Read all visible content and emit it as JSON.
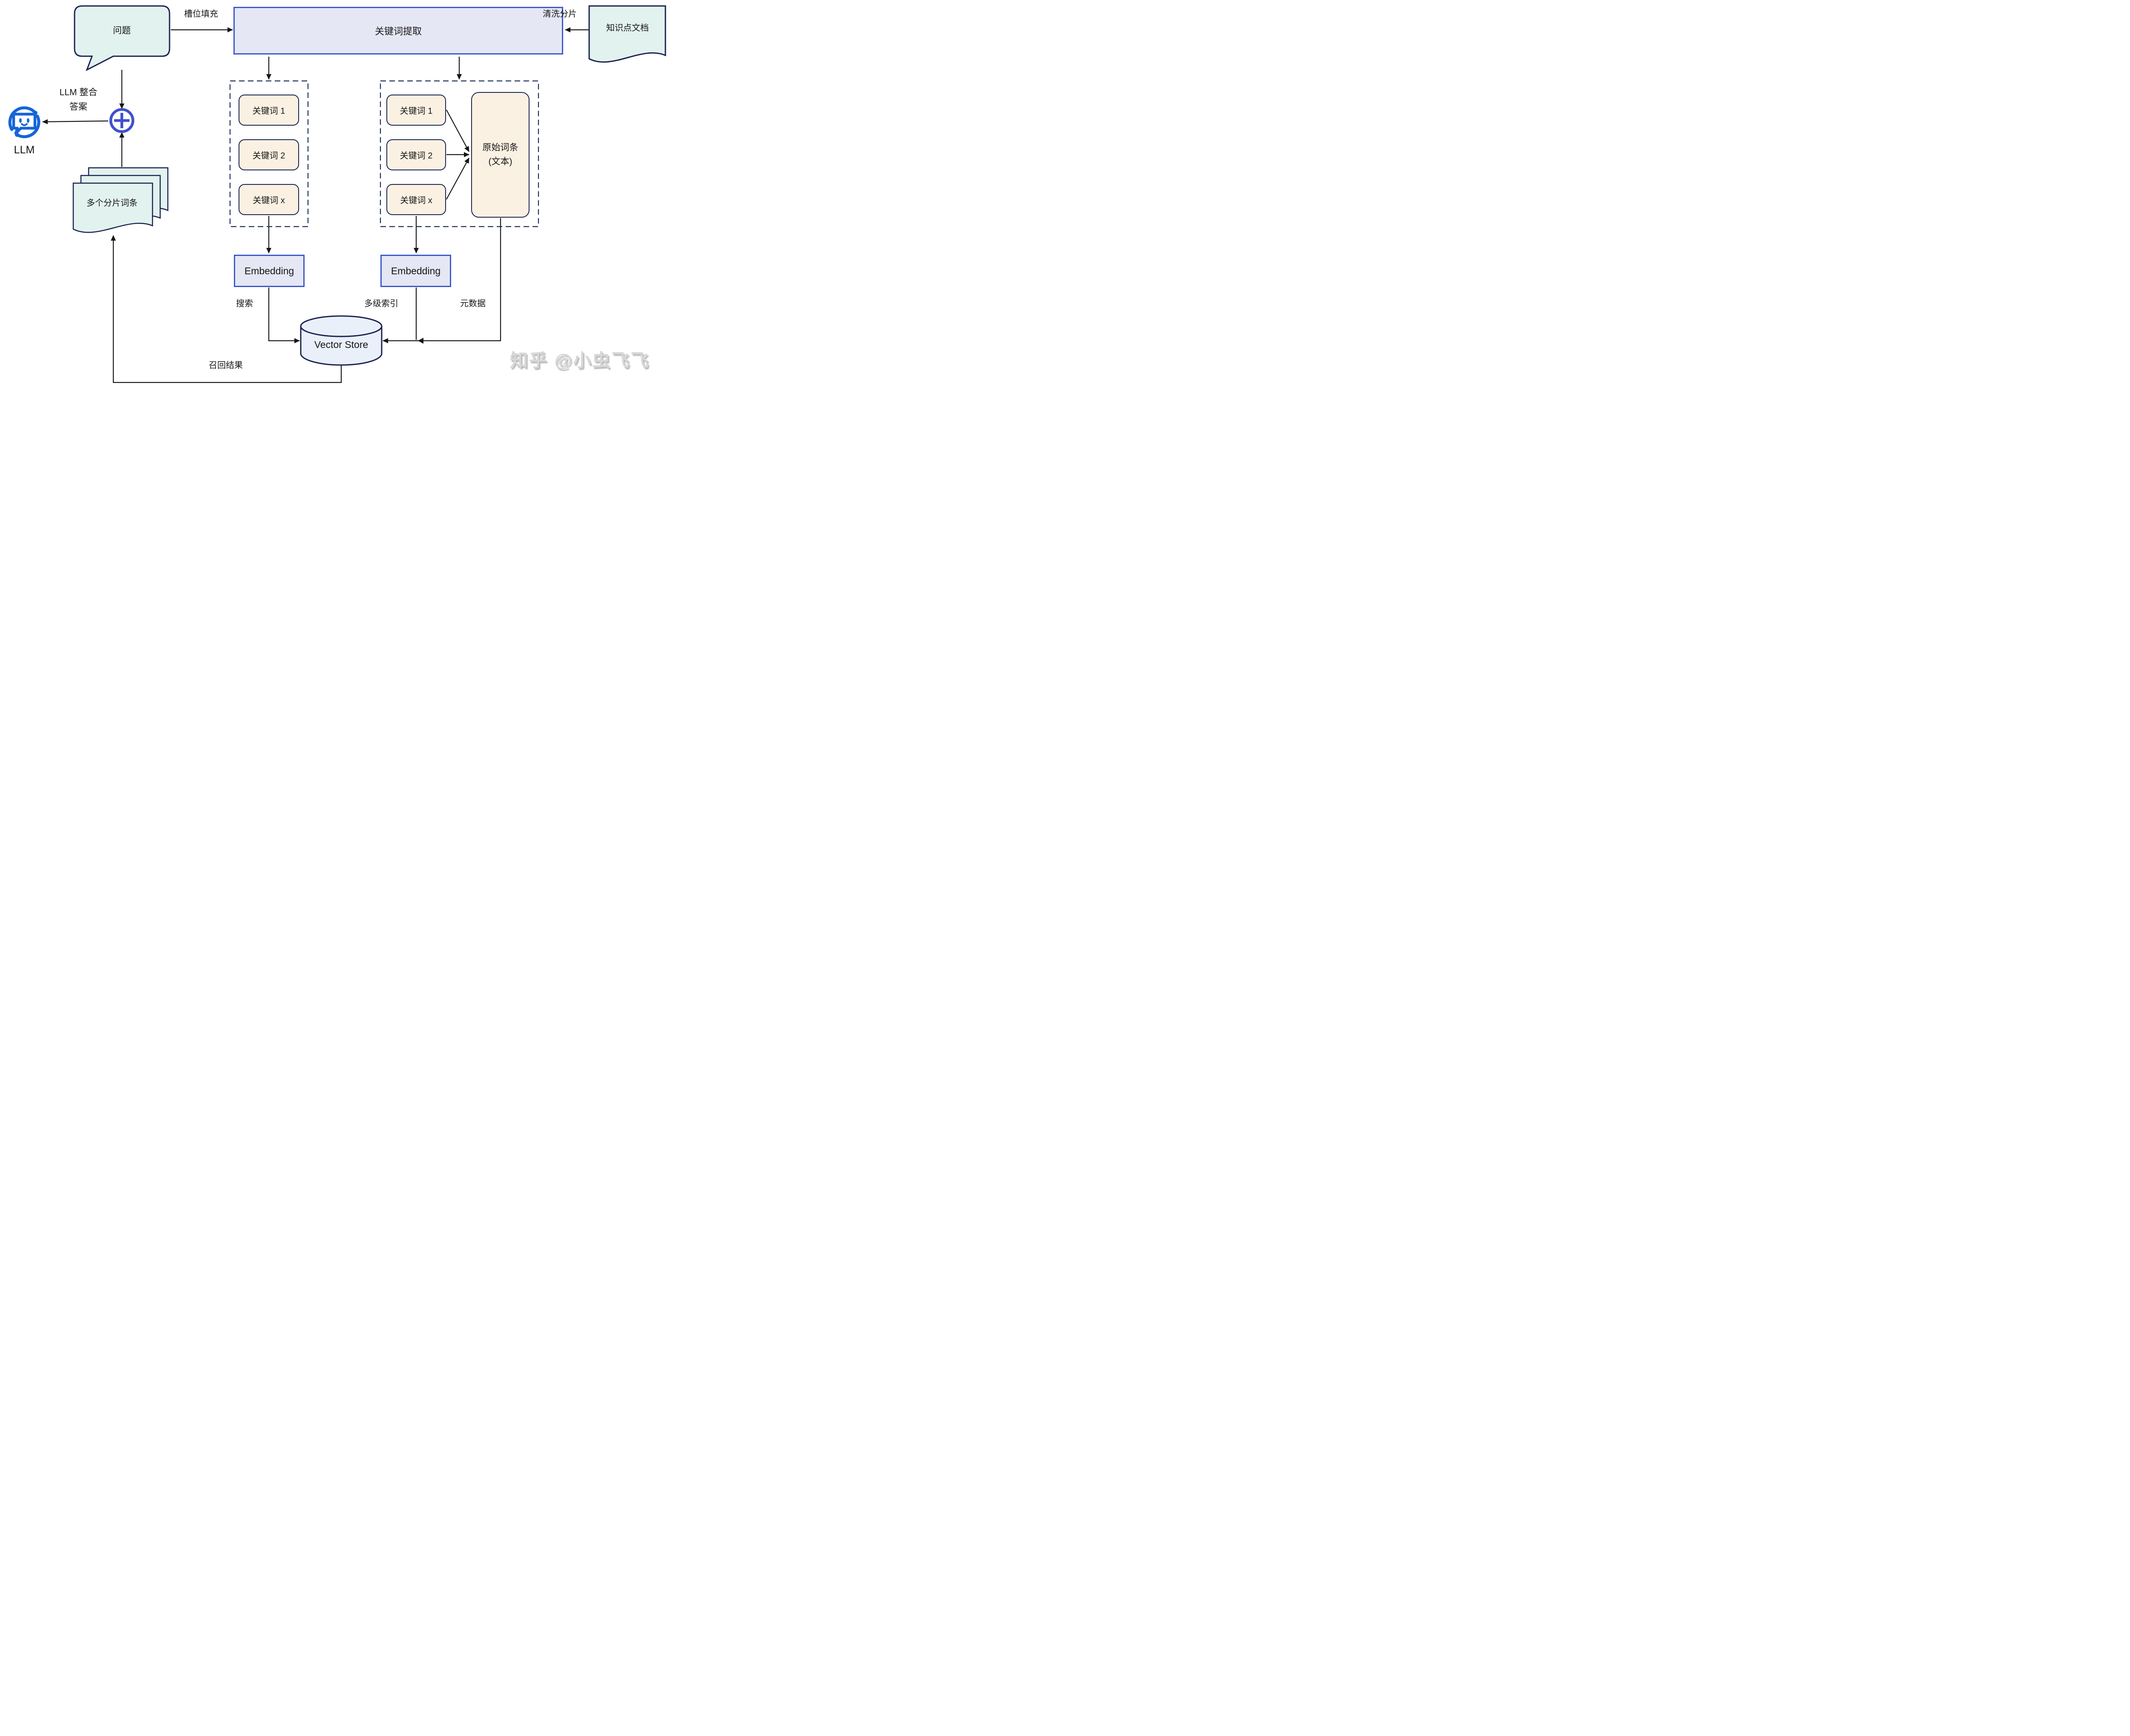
{
  "nodes": {
    "question": {
      "label": "问题"
    },
    "keyword_extraction": {
      "label": "关键词提取"
    },
    "knowledge_doc": {
      "label": "知识点文档"
    },
    "merge": {
      "caption_line1": "LLM 整合",
      "caption_line2": "答案"
    },
    "llm": {
      "label": "LLM"
    },
    "shard_entries": {
      "label": "多个分片词条"
    },
    "query_keyword_group": {
      "items": [
        "关键词 1",
        "关键词 2",
        "关键词 x"
      ]
    },
    "doc_keyword_group": {
      "items": [
        "关键词 1",
        "关键词 2",
        "关键词 x"
      ],
      "original_entry": {
        "line1": "原始词条",
        "line2": "(文本)"
      }
    },
    "embedding_query": {
      "label": "Embedding"
    },
    "embedding_doc": {
      "label": "Embedding"
    },
    "vector_store": {
      "label": "Vector Store"
    }
  },
  "edge_labels": {
    "slot_filling": "槽位填充",
    "clean_split": "清洗分片",
    "search": "搜索",
    "multi_level_index": "多级索引",
    "metadata": "元数据",
    "recall_results": "召回结果"
  },
  "watermark": "知乎 @小虫飞飞",
  "colors": {
    "border_navy": "#1a2250",
    "border_blue": "#3d59cb",
    "fill_mint": "#e2f2ee",
    "fill_lavender": "#e6e7f4",
    "fill_cream": "#fbf1e3",
    "fill_cylinder": "#eaf0fa",
    "plus_icon_blue": "#4050cc",
    "llm_icon_blue": "#1565d9",
    "arrow_black": "#161616",
    "watermark_gray": "#d8d8d8"
  }
}
